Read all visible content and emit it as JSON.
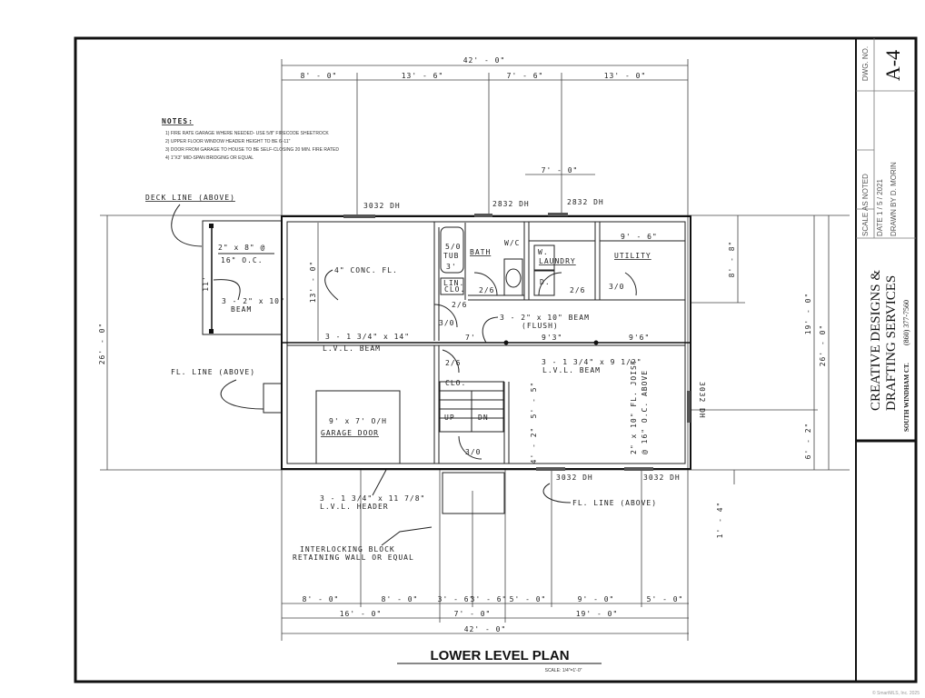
{
  "notes": {
    "heading": "NOTES:",
    "items": [
      "1) FIRE RATE GARAGE WHERE NEEDED- USE 5/8\" FIRECODE SHEETROCK",
      "2) UPPER FLOOR WINDOW HEADER HEIGHT TO BE 6'-11\"",
      "3) DOOR FROM GARAGE TO HOUSE TO BE SELF-CLOSING 20 MIN. FIRE RATED",
      "4) 1\"X3\" MID-SPAN BRIDGING OR EQUAL"
    ]
  },
  "dims_top": {
    "total": "42' - 0\"",
    "segments": [
      "8' - 0\"",
      "13' - 6\"",
      "7' - 6\"",
      "13' - 0\""
    ],
    "inner": "7' - 0\""
  },
  "dims_bottom": {
    "row1": [
      "8' - 0\"",
      "8' - 0\"",
      "3' - 6\"",
      "3' - 6\"",
      "5' - 0\"",
      "9' - 0\"",
      "5' - 0\""
    ],
    "row2": [
      "16' - 0\"",
      "7' - 0\"",
      "19' - 0\""
    ],
    "total": "42' - 0\""
  },
  "dims_right": {
    "a": "8' - 8\"",
    "b": "19' - 0\"",
    "c": "6' - 2\"",
    "total": "26' - 0\"",
    "d": "1' - 4\""
  },
  "dims_left": {
    "total": "26' - 0\"",
    "garage": "13' - 0\"",
    "deck": "11'"
  },
  "labels": {
    "deck_line": "DECK LINE (ABOVE)",
    "deck_joist": "2\" x 8\" @",
    "deck_joist_oc": "16\" O.C.",
    "deck_beam": "3 - 2\" x 10\"",
    "deck_beam2": "BEAM",
    "fl_line_left": "FL. LINE (ABOVE)",
    "fl_line_bottom": "FL. LINE (ABOVE)",
    "window_1": "3032 DH",
    "window_2": "2832 DH",
    "window_3": "2832 DH",
    "window_4": "3032 DH",
    "window_5": "3032 DH",
    "window_6": "3032 DH",
    "conc_floor": "4\" CONC. FL.",
    "tub": "5/0",
    "tub2": "TUB",
    "tub3": "3'",
    "bath": "BATH",
    "wc": "W/C",
    "lin": "LIN.",
    "clo": "CLO.",
    "washer": "W.",
    "laundry": "LAUNDRY",
    "dryer": "D.",
    "utility_dim": "9' - 6\"",
    "utility": "UTILITY",
    "door_26a": "2/6",
    "door_26b": "2/6",
    "door_26c": "2/6",
    "door_30a": "3/0",
    "door_30b": "3/0",
    "door_30c": "3/0",
    "door_26d": "2/6",
    "beam_flush": "3 - 2\" x 10\" BEAM",
    "beam_flush2": "(FLUSH)",
    "span_1": "7'",
    "span_2": "9'3\"",
    "span_3": "9'6\"",
    "lvl_beam1": "3 - 1 3/4\" x 14\"",
    "lvl_beam1b": "L.V.L. BEAM",
    "lvl_beam2": "3 - 1 3/4\" x 9 1/2\"",
    "lvl_beam2b": "L.V.L. BEAM",
    "closet": "CLO.",
    "up": "UP",
    "dn": "DN",
    "stair_dim1": "5' - 5\"",
    "stair_dim2": "4' - 2\"",
    "joist": "2\" x 10\" FL. JOIST",
    "joist2": "@ 16\" O.C. ABOVE",
    "garage_door": "9' x 7' O/H",
    "garage_door2": "GARAGE DOOR",
    "header": "3 - 1 3/4\" x 11 7/8\"",
    "header2": "L.V.L. HEADER",
    "retaining": "INTERLOCKING BLOCK",
    "retaining2": "RETAINING WALL OR EQUAL"
  },
  "title": {
    "main": "LOWER LEVEL PLAN",
    "scale": "SCALE: 1/4\"=1'-0\""
  },
  "title_block": {
    "dwg_no_label": "DWG. NO.",
    "dwg_no": "A-4",
    "scale": "SCALE  AS NOTED",
    "date": "DATE  1 / 5 / 2021",
    "drawn": "DRAWN BY  D. MORIN",
    "company1": "CREATIVE  DESIGNS  &",
    "company2": "DRAFTING  SERVICES",
    "phone": "(860)  377-7560",
    "town": "SOUTH  WINDHAM  CT."
  },
  "credit": "© SmartMLS, Inc. 2025"
}
